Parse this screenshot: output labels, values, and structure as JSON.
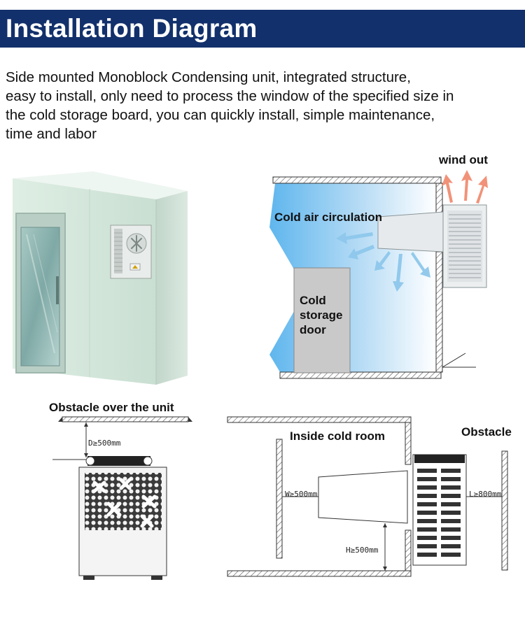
{
  "header": {
    "title": "Installation Diagram"
  },
  "description": {
    "lines": [
      "Side mounted Monoblock Condensing unit, integrated structure,",
      "easy to install, only need to process the window of the specified size in",
      "the cold storage board, you can quickly install, simple maintenance,",
      "time and labor"
    ]
  },
  "diagram_top": {
    "wind_out": "wind out",
    "cold_air": "Cold air circulation",
    "door_label": [
      "Cold",
      "storage",
      "door"
    ]
  },
  "diagram_bottom": {
    "obstacle_over": "Obstacle over the unit",
    "d_clearance": "D≥500mm",
    "inside_room": "Inside cold room",
    "obstacle": "Obstacle",
    "w_clearance": "W≥500mm",
    "h_clearance": "H≥500mm",
    "l_clearance": "L≥800mm"
  },
  "colors": {
    "header_bg": "#12306b",
    "header_text": "#ffffff",
    "room_fill": "#5fb6ee",
    "wind_arrow": "#f0876a",
    "air_arrow": "#8ec8ec"
  }
}
